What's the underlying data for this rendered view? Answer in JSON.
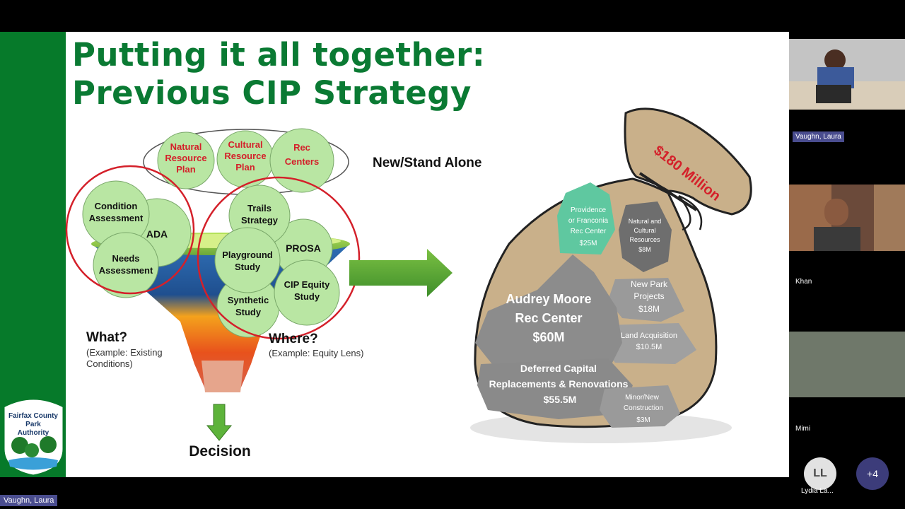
{
  "slide": {
    "title_line1": "Putting it all together:",
    "title_line2": "Previous CIP Strategy",
    "new_stand_alone": "New/Stand Alone",
    "top_circles": [
      {
        "l1": "Natural",
        "l2": "Resource",
        "l3": "Plan"
      },
      {
        "l1": "Cultural",
        "l2": "Resource",
        "l3": "Plan"
      },
      {
        "l1": "Rec",
        "l2": "Centers"
      }
    ],
    "left_circles": [
      {
        "l1": "Condition",
        "l2": "Assessment"
      },
      {
        "l1": "ADA"
      },
      {
        "l1": "Needs",
        "l2": "Assessment"
      }
    ],
    "right_circles": [
      {
        "l1": "Trails",
        "l2": "Strategy"
      },
      {
        "l1": "PROSA"
      },
      {
        "l1": "Playground",
        "l2": "Study"
      },
      {
        "l1": "CIP Equity",
        "l2": "Study"
      },
      {
        "l1": "Synthetic",
        "l2": "Study"
      }
    ],
    "what_label": "What?",
    "what_example_l1": "(Example: Existing",
    "what_example_l2": "Conditions)",
    "where_label": "Where?",
    "where_example": "(Example: Equity Lens)",
    "decision": "Decision",
    "logo": {
      "l1": "Fairfax County",
      "l2": "Park",
      "l3": "Authority"
    },
    "bag": {
      "total": "$180 Million",
      "providence": {
        "l1": "Providence",
        "l2": "or Franconia",
        "l3": "Rec Center",
        "amount": "$25M"
      },
      "natural": {
        "l1": "Natural and",
        "l2": "Cultural",
        "l3": "Resources",
        "amount": "$8M"
      },
      "audrey": {
        "l1": "Audrey Moore",
        "l2": "Rec Center",
        "amount": "$60M"
      },
      "new_park": {
        "l1": "New Park",
        "l2": "Projects",
        "amount": "$18M"
      },
      "land": {
        "l1": "Land Acquisition",
        "amount": "$10.5M"
      },
      "deferred": {
        "l1": "Deferred Capital",
        "l2": "Replacements & Renovations",
        "amount": "$55.5M"
      },
      "minor": {
        "l1": "Minor/New",
        "l2": "Construction",
        "amount": "$3M"
      }
    }
  },
  "meeting": {
    "presenter_label": "Vaughn, Laura",
    "participants": [
      {
        "name": "Vaughn, Laura"
      },
      {
        "name": "Khan"
      },
      {
        "name": "Mimi"
      }
    ],
    "avatar_initials": "LL",
    "avatar_name": "Lydia La...",
    "more_count": "+4"
  },
  "colors": {
    "slide_green": "#0a7a33",
    "side_bar": "#067a2a",
    "circle_fill": "#b9e6a3",
    "red_ring": "#d4202a",
    "bag": "#c9b08a",
    "teal_rock": "#5fc8a0",
    "rock": "#8c8c8c",
    "participant_label": "#4a4d8f"
  }
}
